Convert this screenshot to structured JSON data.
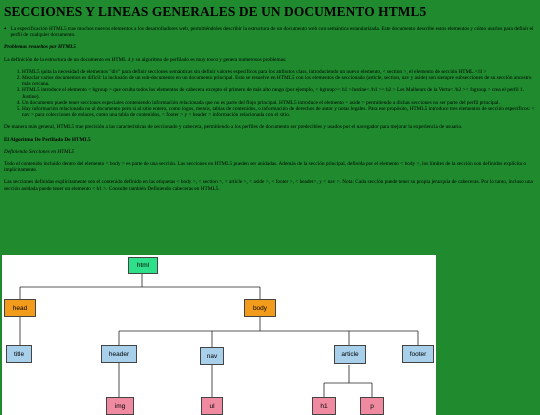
{
  "title": "SECCIONES Y LINEAS GENERALES DE UN DOCUMENTO HTML5",
  "intro": "La especificación HTML5 trae muchos nuevos elementos a los desarrolladores web, permitiéndoles describir la estructura de un documento web con semántica estandarizada. Este documento describe estos elementos y cómo usarlos para definir el perfil de cualquier documento.",
  "problems_heading": "Problemas resueltos por HTML5",
  "problems_text": "La definición de la estructura de un documento en HTML 4 y su algoritmo de perfilado es muy tosco y genera numerosos problemas:",
  "list_items": [
    "HTML5 quita la necesidad de elementos \"div\" para definir secciones semánticas sin definir valores específicos para los atributos class, introduciendo un nuevo elemento, < section >, el elemento de sección HTML.</li >",
    "Mezclar varios documentos es difícil: la inclusión de un sub-documento en un documento principal. Esto se resuelve en HTML5 con los elementos de seccionado (article, section, nav y aside) son siempre subsecciones de su sección ancestro más cercana.",
    "HTML5 introduce el elemento < hgroup > que oculta todos los elementos de cabecera excepto el primero de más alto rango (por ejemplo, < hgroup>< h1 >Justine< /h1 >< h2 > Les Malheurs de la Vertu< /h2 >< /hgroup > crea el perfil 1. Justine).",
    "Un documento puede tener secciones especiales conteniendo información relacionada que no es parte del flujo principal. HTML5 introduce el elemento < aside > permitiendo a dichas secciones no ser parte del perfil principal.",
    "Hay información relacionada no al documento pero si al sitio entero, como logos, menús, tablas de contenidos, o información de derechos de autor y notas legales. Para ese propósito, HTML5 introduce tres elementos de sección específicos: < nav > para colecciones de enlaces, como una tabla de contenidos, < footer > y < header > información relacionada con el sitio."
  ],
  "summary": "De manera más general, HTML5 trae precisión a las características de seccionado y cabecera, permitiendo a los perfiles de documento ser predecibles y usados por el navegador para mejorar la experiencia de usuario.",
  "algorithm_heading": "El Algoritmo De Perfilado De HTML5",
  "defining_heading": "Definiendo Secciones en HTML5",
  "defining_text": "Todo el contenido incluido dentro del elemento < body > es parte de una sección. Las secciones en HTML5 pueden ser anidadas. Además de la sección principal, definida por el elemento < body >, los límites de la sección son definidos explícita o implícitamente.",
  "explicit_text": "Las secciones definidas explícitamente son el contenido definido en las etiquetas < body >, < section >, < article >, < aside >, < footer >, < header>, y < nav >. Nota: Cada sección puede tener su propia jerarquía de cabeceras. Por lo tanto, incluso una sección anidada puede tener un elemento < h1 >. Consulte también Definiendo cabeceras en HTML5.",
  "diagram": {
    "html": "html",
    "head": "head",
    "body": "body",
    "title": "title",
    "header": "header",
    "nav": "nav",
    "article": "article",
    "footer": "footer",
    "img": "img",
    "ul": "ul",
    "h1": "h1",
    "p": "p"
  },
  "colors": {
    "background": "#1f8a2e",
    "root": "#2ee08a",
    "section": "#f39b1a",
    "element": "#a9d0ea",
    "leaf": "#f08aa0"
  }
}
